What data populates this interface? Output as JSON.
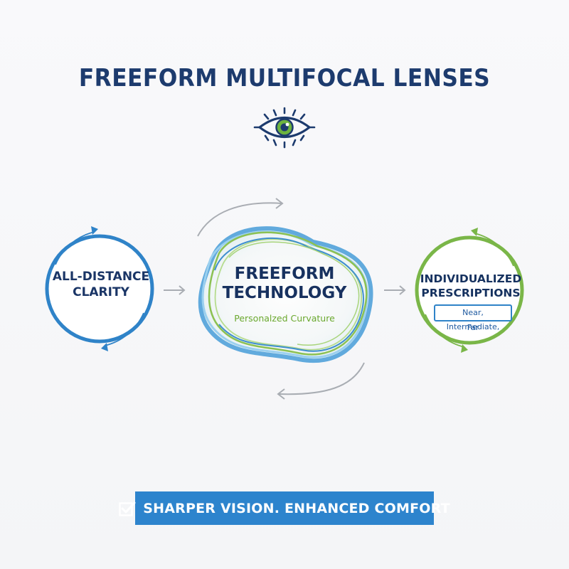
{
  "title": "FREEFORM MULTIFOCAL LENSES",
  "icons": {
    "header": "eye-icon",
    "banner": "checkbox-check-icon"
  },
  "colors": {
    "navy": "#1d3b6e",
    "blue": "#2f83c8",
    "green": "#7ab648",
    "banner": "#2d84cd",
    "arrow_gray": "#a9adb3"
  },
  "left_node": {
    "line1": "ALL-DISTANCE",
    "line2": "CLARITY"
  },
  "center_node": {
    "line1": "FREEFORM",
    "line2": "TECHNOLOGY",
    "subtitle": "Personalzed Curvature"
  },
  "right_node": {
    "line1": "INDIVIDUALIZED",
    "line2": "PRESCRIPTIONS",
    "box_text": "Near, Intermediate,",
    "box_sub": "Far"
  },
  "banner": {
    "text": "SHARPER VISION. ENHANCED COMFORT"
  }
}
